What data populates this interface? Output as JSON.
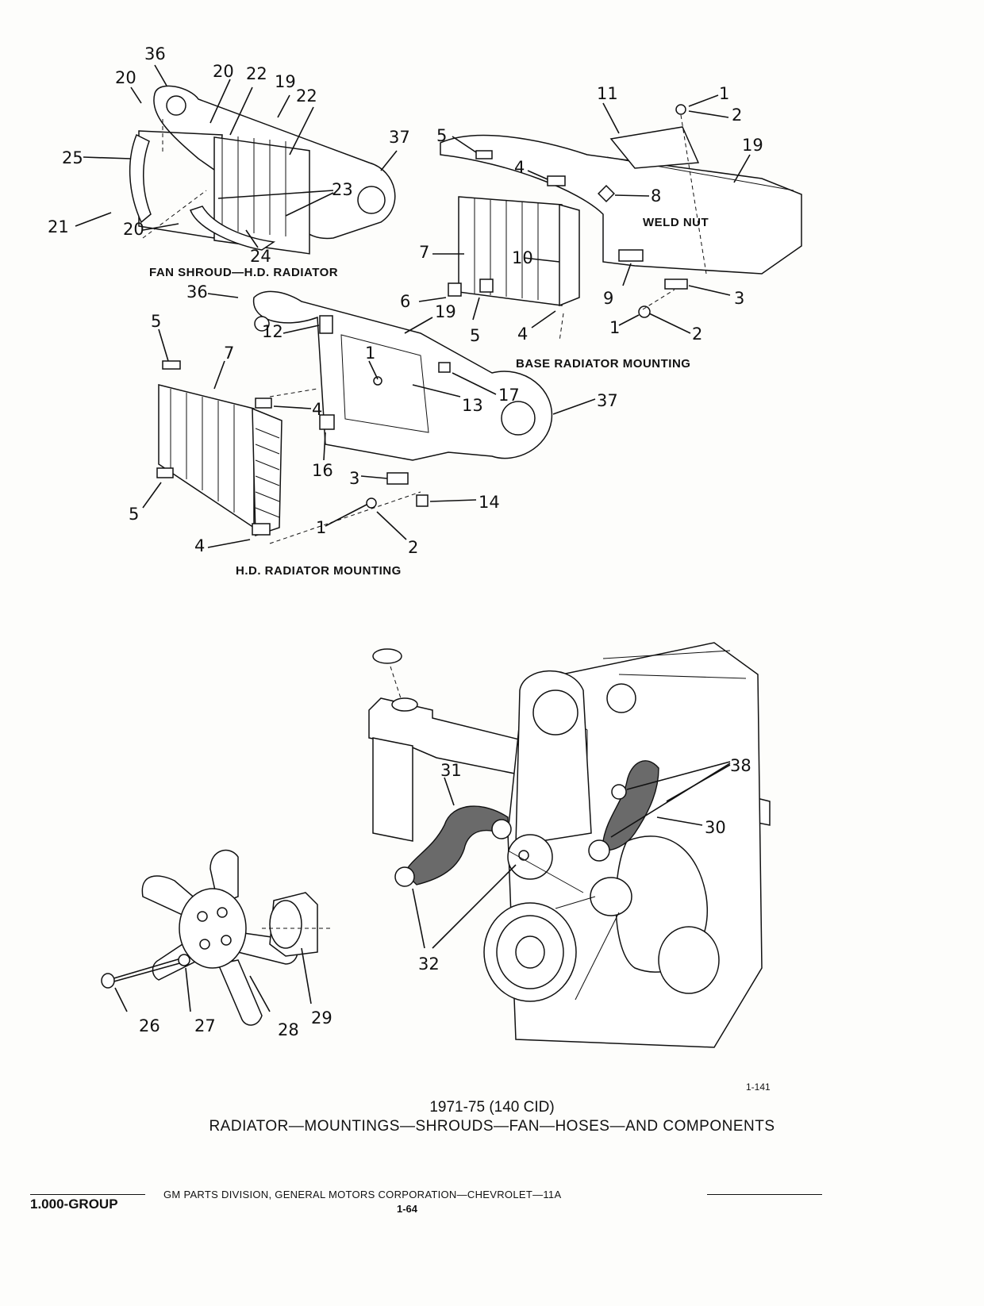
{
  "captions": {
    "fan_shroud": "FAN SHROUD—H.D. RADIATOR",
    "base_mounting": "BASE RADIATOR MOUNTING",
    "hd_mounting": "H.D. RADIATOR MOUNTING",
    "weld_nut": "WELD NUT"
  },
  "figure_ref": "1-141",
  "title": {
    "year": "1971-75 (140 CID)",
    "main": "RADIATOR—MOUNTINGS—SHROUDS—FAN—HOSES—AND COMPONENTS"
  },
  "footer": {
    "publisher": "GM PARTS DIVISION, GENERAL MOTORS CORPORATION—CHEVROLET—11A",
    "group": "1.000-GROUP",
    "page": "1-64"
  },
  "callouts": {
    "fs_36": "36",
    "fs_20a": "20",
    "fs_20b": "20",
    "fs_22a": "22",
    "fs_19": "19",
    "fs_22b": "22",
    "fs_37": "37",
    "fs_25": "25",
    "fs_23": "23",
    "fs_21": "21",
    "fs_20c": "20",
    "fs_24": "24",
    "b_5": "5",
    "b_11": "11",
    "b_1a": "1",
    "b_2a": "2",
    "b_19": "19",
    "b_4a": "4",
    "b_8": "8",
    "b_7": "7",
    "b_10": "10",
    "b_6": "6",
    "b_9": "9",
    "b_3": "3",
    "b_5b": "5",
    "b_4b": "4",
    "b_1b": "1",
    "b_2b": "2",
    "h_36": "36",
    "h_5a": "5",
    "h_12": "12",
    "h_19": "19",
    "h_7": "7",
    "h_1": "1",
    "h_13": "13",
    "h_17": "17",
    "h_37": "37",
    "h_4a": "4",
    "h_16": "16",
    "h_3": "3",
    "h_5b": "5",
    "h_14": "14",
    "h_1b": "1",
    "h_2": "2",
    "h_4b": "4",
    "e_38": "38",
    "e_31": "31",
    "e_30": "30",
    "e_32": "32",
    "e_29": "29",
    "e_26": "26",
    "e_27": "27",
    "e_28": "28"
  }
}
